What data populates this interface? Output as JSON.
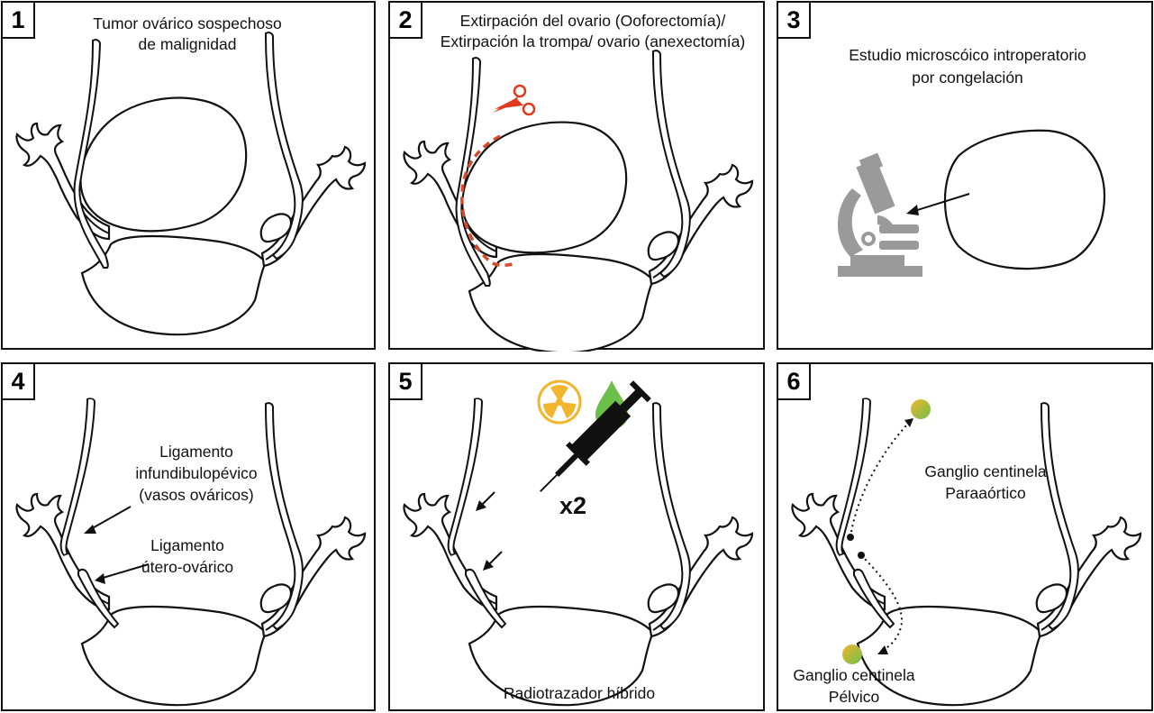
{
  "panels": [
    {
      "number": "1",
      "label_lines": [
        "Tumor ovárico sospechoso",
        "de malignidad"
      ]
    },
    {
      "number": "2",
      "label_lines": [
        "Extirpación  del ovario (Ooforectomía)/",
        "Extirpación la trompa/ ovario (anexectomía)"
      ]
    },
    {
      "number": "3",
      "label_lines": [
        "Estudio microscóico introperatorio",
        "por congelación"
      ]
    },
    {
      "number": "4",
      "ligament_ip_lines": [
        "Ligamento",
        "infundibulopévico",
        "(vasos ováricos)"
      ],
      "ligament_uo_lines": [
        "Ligamento",
        "útero-ovárico"
      ]
    },
    {
      "number": "5",
      "label": "Radiotrazador híbrido",
      "multiplier": "x2"
    },
    {
      "number": "6",
      "paraaortic_lines": [
        "Ganglio centinela",
        "Paraaórtico"
      ],
      "pelvic_lines": [
        "Ganglio centinela",
        "Pélvico"
      ]
    }
  ],
  "colors": {
    "scissors": "#e03a1e",
    "cut_line": "#d94a2a",
    "radioactive": "#f2b52e",
    "dye": "#6cc04a",
    "microscope": "#9a9a9a"
  },
  "icons": [
    "scissors-icon",
    "microscope-icon",
    "radioactive-icon",
    "dye-drop-icon",
    "syringe-icon"
  ]
}
